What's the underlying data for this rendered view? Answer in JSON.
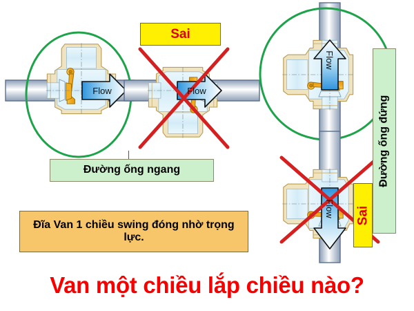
{
  "title": "Van một chiều lắp chiều nào?",
  "labels": {
    "horizontal_pipe": "Đường ống ngang",
    "vertical_pipe": "Đường ống đứng",
    "note": "Đĩa Van 1 chiều swing đóng nhờ trọng lực.",
    "wrong_top": "Sai",
    "wrong_right": "Sai"
  },
  "flow_labels": {
    "left_correct": "Flow",
    "left_wrong": "Flow",
    "right_correct": "Flow",
    "right_wrong": "Flow"
  },
  "colors": {
    "title_red": "#f80000",
    "wrong_mark_red": "#d42020",
    "correct_mark_green": "#1ea34a",
    "box_green": "#ccf0cc",
    "box_orange": "#f7c66a",
    "box_yellow": "#ffef00",
    "valve_body_cream": "#f0e3bf",
    "valve_interior_blue": "#dff0f8",
    "disc_gold": "#f5b52a",
    "pipe_steel": "#8fa0b8",
    "flow_arrow_blue": "#3a9ee0"
  },
  "diagrams": [
    {
      "id": "horizontal-correct",
      "orientation": "horizontal",
      "verdict": "correct",
      "mark": "green-ellipse",
      "flow_direction": "right",
      "valve_orientation": "bonnet-up"
    },
    {
      "id": "horizontal-wrong",
      "orientation": "horizontal",
      "verdict": "wrong",
      "mark": "red-cross",
      "flow_direction": "right",
      "valve_orientation": "bonnet-down"
    },
    {
      "id": "vertical-correct",
      "orientation": "vertical",
      "verdict": "correct",
      "mark": "green-circle",
      "flow_direction": "up",
      "valve_orientation": "bonnet-left"
    },
    {
      "id": "vertical-wrong",
      "orientation": "vertical",
      "verdict": "wrong",
      "mark": "red-cross",
      "flow_direction": "down",
      "valve_orientation": "bonnet-left"
    }
  ]
}
